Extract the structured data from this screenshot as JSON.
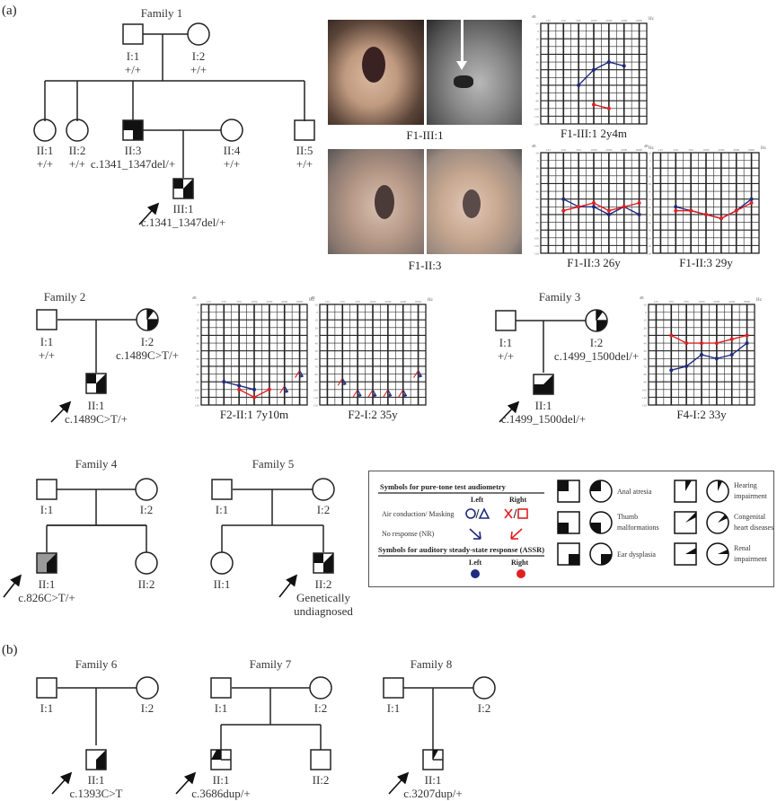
{
  "panels": {
    "a": "(a)",
    "b": "(b)"
  },
  "families": {
    "f1": {
      "title": "Family 1",
      "members": {
        "I1": {
          "id": "I:1",
          "genotype": "+/+",
          "sex": "male",
          "phenotypes": []
        },
        "I2": {
          "id": "I:2",
          "genotype": "+/+",
          "sex": "female",
          "phenotypes": []
        },
        "II1": {
          "id": "II:1",
          "genotype": "+/+",
          "sex": "female",
          "phenotypes": []
        },
        "II2": {
          "id": "II:2",
          "genotype": "+/+",
          "sex": "female",
          "phenotypes": []
        },
        "II3": {
          "id": "II:3",
          "genotype": "c.1341_1347del/+",
          "sex": "male",
          "phenotypes": [
            "anal-atresia",
            "ear-dysplasia",
            "hearing-impairment-region"
          ]
        },
        "II4": {
          "id": "II:4",
          "genotype": "+/+",
          "sex": "female",
          "phenotypes": []
        },
        "II5": {
          "id": "II:5",
          "genotype": "+/+",
          "sex": "male",
          "phenotypes": []
        },
        "III1": {
          "id": "III:1",
          "genotype": "c.1341_1347del/+",
          "sex": "male",
          "proband": true,
          "phenotypes": [
            "anal-atresia",
            "congenital-heart-diseases",
            "ear-dysplasia"
          ]
        }
      }
    },
    "f2": {
      "title": "Family 2",
      "members": {
        "I1": {
          "id": "I:1",
          "genotype": "+/+"
        },
        "I2": {
          "id": "I:2",
          "genotype": "c.1489C>T/+"
        },
        "II1": {
          "id": "II:1",
          "genotype": "c.1489C>T/+",
          "proband": true
        }
      }
    },
    "f3": {
      "title": "Family 3",
      "members": {
        "I1": {
          "id": "I:1",
          "genotype": "+/+"
        },
        "I2": {
          "id": "I:2",
          "genotype": "c.1499_1500del/+"
        },
        "II1": {
          "id": "II:1",
          "genotype": "c.1499_1500del/+",
          "proband": true
        }
      }
    },
    "f4": {
      "title": "Family 4",
      "members": {
        "I1": {
          "id": "I:1"
        },
        "I2": {
          "id": "I:2"
        },
        "II1": {
          "id": "II:1",
          "genotype": "c.826C>T/+",
          "proband": true
        },
        "II2": {
          "id": "II:2"
        }
      }
    },
    "f5": {
      "title": "Family 5",
      "members": {
        "I1": {
          "id": "I:1"
        },
        "I2": {
          "id": "I:2"
        },
        "II1": {
          "id": "II:1"
        },
        "II2": {
          "id": "II:2",
          "note_line1": "Genetically",
          "note_line2": "undiagnosed",
          "proband": true
        }
      }
    },
    "f6": {
      "title": "Family 6",
      "members": {
        "I1": {
          "id": "I:1"
        },
        "I2": {
          "id": "I:2"
        },
        "II1": {
          "id": "II:1",
          "genotype": "c.1393C>T",
          "proband": true
        }
      }
    },
    "f7": {
      "title": "Family 7",
      "members": {
        "I1": {
          "id": "I:1"
        },
        "I2": {
          "id": "I:2"
        },
        "II1": {
          "id": "II:1",
          "genotype": "c.3686dup/+",
          "proband": true
        },
        "II2": {
          "id": "II:2"
        }
      }
    },
    "f8": {
      "title": "Family 8",
      "members": {
        "I1": {
          "id": "I:1"
        },
        "I2": {
          "id": "I:2"
        },
        "II1": {
          "id": "II:1",
          "genotype": "c.3207dup/+",
          "proband": true
        }
      }
    }
  },
  "photos": {
    "f1_iii1": {
      "caption": "F1-III:1",
      "left": "ear photograph",
      "right": "CT scan with arrow"
    },
    "f1_ii3": {
      "caption": "F1-II:3",
      "left": "ear photograph",
      "right": "ear photograph"
    }
  },
  "colors": {
    "left_ear": "#1f2a80",
    "right_ear": "#e02020",
    "grid": "#222222"
  },
  "chart_data": [
    {
      "type": "line",
      "title": "F1-III:1 2y4m",
      "xlabel": "Hz",
      "ylabel": "dB",
      "x": [
        "125",
        "250",
        "500",
        "1000",
        "2000",
        "4000",
        "8000"
      ],
      "ylim": [
        -10,
        120
      ],
      "y_ticks": [
        -10,
        0,
        10,
        20,
        30,
        40,
        50,
        60,
        70,
        80,
        90,
        100,
        110,
        120
      ],
      "series": [
        {
          "name": "Left",
          "color": "#1f2a80",
          "points": [
            [
              "500",
              70
            ],
            [
              "1000",
              50
            ],
            [
              "2000",
              40
            ],
            [
              "4000",
              45
            ]
          ]
        },
        {
          "name": "Right",
          "color": "#e02020",
          "points": [
            [
              "1000",
              95
            ],
            [
              "2000",
              100
            ]
          ]
        }
      ]
    },
    {
      "type": "line",
      "title": "F1-II:3 26y",
      "xlabel": "Hz",
      "ylabel": "dB",
      "x": [
        "125",
        "250",
        "500",
        "1000",
        "2000",
        "4000",
        "8000"
      ],
      "ylim": [
        -10,
        120
      ],
      "series": [
        {
          "name": "Left",
          "color": "#1f2a80",
          "points": [
            [
              "250",
              50
            ],
            [
              "500",
              60
            ],
            [
              "1000",
              60
            ],
            [
              "2000",
              70
            ],
            [
              "4000",
              60
            ],
            [
              "8000",
              70
            ]
          ]
        },
        {
          "name": "Right",
          "color": "#e02020",
          "points": [
            [
              "250",
              65
            ],
            [
              "500",
              60
            ],
            [
              "1000",
              55
            ],
            [
              "2000",
              65
            ],
            [
              "4000",
              60
            ],
            [
              "8000",
              55
            ]
          ]
        }
      ]
    },
    {
      "type": "line",
      "title": "F1-II:3 29y",
      "xlabel": "Hz",
      "ylabel": "dB",
      "x": [
        "125",
        "250",
        "500",
        "1000",
        "2000",
        "4000",
        "8000"
      ],
      "ylim": [
        -10,
        120
      ],
      "series": [
        {
          "name": "Left",
          "color": "#1f2a80",
          "points": [
            [
              "250",
              60
            ],
            [
              "500",
              65
            ],
            [
              "1000",
              70
            ],
            [
              "2000",
              75
            ],
            [
              "4000",
              65
            ],
            [
              "8000",
              50
            ]
          ]
        },
        {
          "name": "Right",
          "color": "#e02020",
          "points": [
            [
              "250",
              65
            ],
            [
              "500",
              65
            ],
            [
              "1000",
              70
            ],
            [
              "2000",
              75
            ],
            [
              "4000",
              65
            ],
            [
              "8000",
              55
            ]
          ]
        }
      ]
    },
    {
      "type": "line",
      "title": "F2-II:1 7y10m",
      "xlabel": "Hz",
      "ylabel": "dB",
      "x": [
        "125",
        "250",
        "500",
        "1000",
        "2000",
        "4000",
        "8000"
      ],
      "ylim": [
        -10,
        120
      ],
      "series": [
        {
          "name": "Left",
          "color": "#1f2a80",
          "points": [
            [
              "250",
              90
            ],
            [
              "500",
              95
            ],
            [
              "1000",
              100
            ]
          ]
        },
        {
          "name": "Right",
          "color": "#e02020",
          "points": [
            [
              "500",
              100
            ],
            [
              "1000",
              110
            ],
            [
              "2000",
              100
            ]
          ]
        }
      ],
      "no_response": [
        [
          "4000",
          100
        ],
        [
          "8000",
          80
        ]
      ]
    },
    {
      "type": "line",
      "title": "F2-I:2 35y",
      "xlabel": "Hz",
      "ylabel": "dB",
      "x": [
        "125",
        "250",
        "500",
        "1000",
        "2000",
        "4000",
        "8000"
      ],
      "ylim": [
        -10,
        120
      ],
      "series": [],
      "no_response": [
        [
          "250",
          90
        ],
        [
          "500",
          105
        ],
        [
          "1000",
          105
        ],
        [
          "2000",
          105
        ],
        [
          "4000",
          105
        ],
        [
          "8000",
          80
        ]
      ]
    },
    {
      "type": "line",
      "title": "F4-I:2  33y",
      "xlabel": "Hz",
      "ylabel": "dB",
      "x": [
        "125",
        "250",
        "500",
        "1000",
        "2000",
        "4000",
        "8000"
      ],
      "ylim": [
        -10,
        120
      ],
      "series": [
        {
          "name": "Right",
          "color": "#e02020",
          "points": [
            [
              "250",
              30
            ],
            [
              "500",
              40
            ],
            [
              "1000",
              40
            ],
            [
              "2000",
              40
            ],
            [
              "4000",
              35
            ],
            [
              "8000",
              30
            ]
          ]
        },
        {
          "name": "Left",
          "color": "#1f2a80",
          "points": [
            [
              "250",
              75
            ],
            [
              "500",
              70
            ],
            [
              "1000",
              55
            ],
            [
              "2000",
              60
            ],
            [
              "4000",
              55
            ],
            [
              "8000",
              40
            ]
          ]
        }
      ]
    }
  ],
  "legend": {
    "pta_title": "Symbols for pure-tone test audiometry",
    "left": "Left",
    "right": "Right",
    "air_conduction": "Air conduction/ Masking",
    "no_response": "No response (NR)",
    "assr_title": "Symbols for auditory steady-state response (ASSR)",
    "phenotypes": [
      {
        "key": "anal-atresia",
        "label1": "Anal atresia",
        "label2": ""
      },
      {
        "key": "thumb-malformations",
        "label1": "Thumb",
        "label2": "malformations"
      },
      {
        "key": "ear-dysplasia",
        "label1": "Ear dysplasia",
        "label2": ""
      },
      {
        "key": "hearing-impairment",
        "label1": "Hearing",
        "label2": "impairment"
      },
      {
        "key": "congenital-heart-diseases",
        "label1": "Congenital",
        "label2": "heart diseases"
      },
      {
        "key": "renal-impairment",
        "label1": "Renal",
        "label2": "impairment"
      }
    ]
  }
}
